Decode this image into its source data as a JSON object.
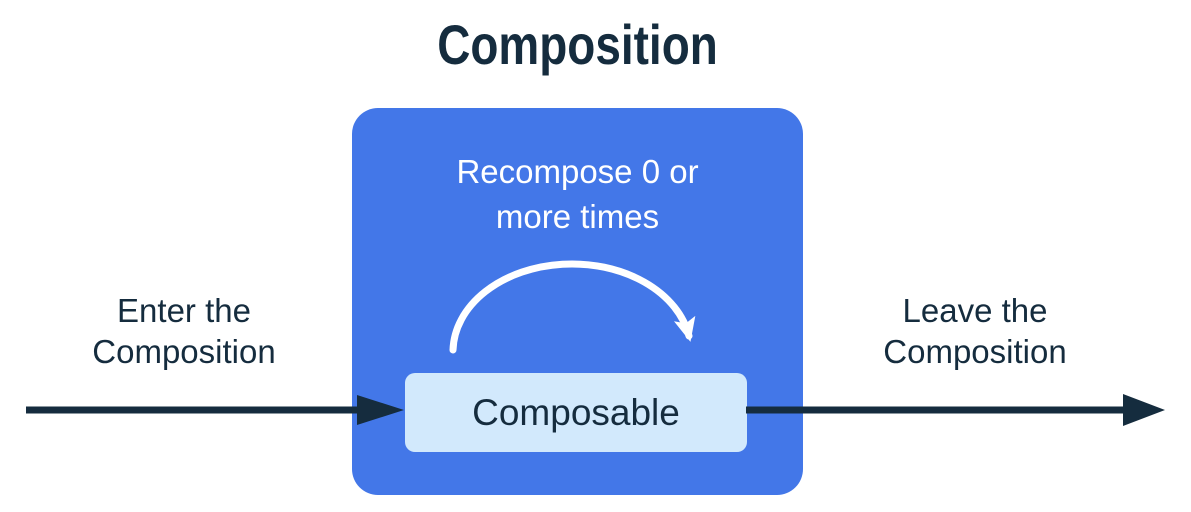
{
  "title": "Composition",
  "colors": {
    "navy": "#152C3E",
    "blue": "#4377E8",
    "light_blue": "#D2E9FC",
    "white": "#FFFFFF"
  },
  "labels": {
    "enter": {
      "line1": "Enter the",
      "line2": "Composition"
    },
    "leave": {
      "line1": "Leave the",
      "line2": "Composition"
    },
    "recompose": {
      "line1": "Recompose 0 or",
      "line2": "more times"
    },
    "composable": "Composable"
  }
}
